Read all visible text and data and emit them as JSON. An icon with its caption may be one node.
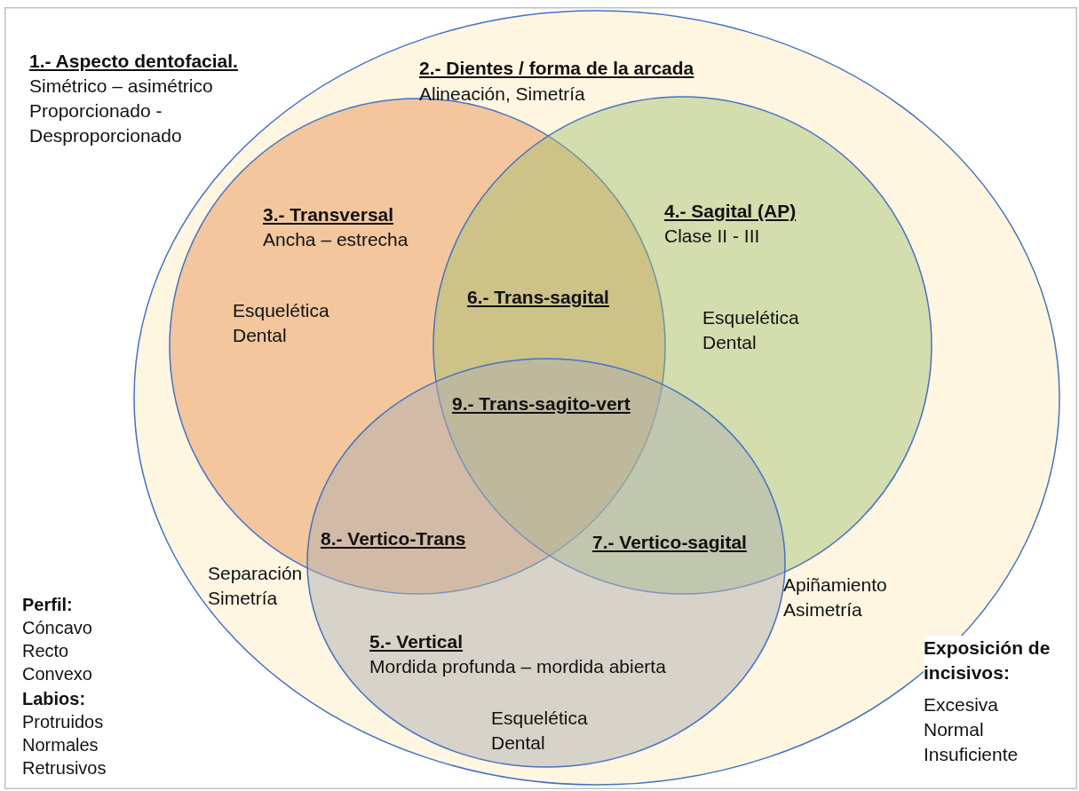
{
  "diagram": {
    "nodes": [
      {
        "text": [
          "1.- Aspecto dentofacial.",
          "Simétrico – asimétrico Proporcionado - Desproporcionado",
          "Perfil:",
          "Cóncavo Recto Convexo",
          "Labios:",
          "Protruidos Normales Retrusivos",
          "Exposición de incisivos:",
          "Excesiva Normal Insuficiente"
        ]
      },
      {
        "text": [
          "2.- Dientes / forma de la arcada",
          "Alineación, Simetría",
          "Separación Simetría",
          "Apiñamiento Asimetría"
        ],
        "in": 0
      },
      {
        "text": [
          "3.- Transversal",
          "Ancha – estrecha",
          "Esquelética Dental"
        ],
        "in": 1
      },
      {
        "text": [
          "4.- Sagital (AP)",
          "Clase II - III",
          "Esquelética Dental"
        ],
        "in": 1
      },
      {
        "text": [
          "5.- Vertical",
          "Mordida profunda – mordida abierta",
          "Esquelética Dental"
        ],
        "in": 1
      }
    ],
    "labels": [
      "6.- Trans-sagital",
      "9.- Trans-sagito-vert",
      "8.- Vertico-Trans",
      "7.- Vertico-sagital"
    ]
  }
}
